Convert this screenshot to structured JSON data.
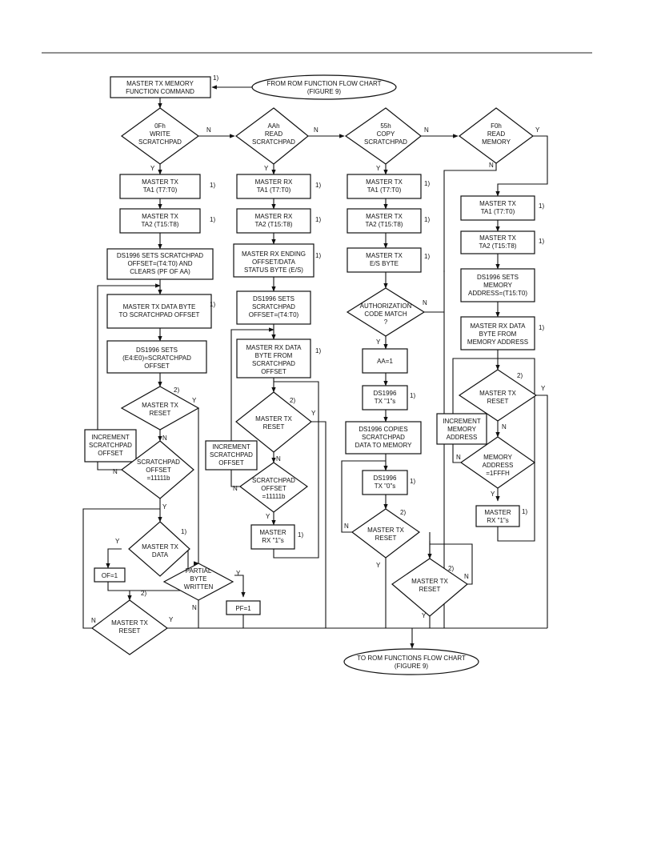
{
  "terminators": {
    "from_rom": [
      "FROM ROM FUNCTION FLOW CHART",
      "(FIGURE 9)"
    ],
    "to_rom": [
      "TO ROM FUNCTIONS FLOW CHART",
      "(FIGURE 9)"
    ]
  },
  "master_cmd": [
    "MASTER TX MEMORY",
    "FUNCTION COMMAND"
  ],
  "note_1": "1)",
  "note_2": "2)",
  "yes": "Y",
  "no": "N",
  "write_scratchpad": {
    "decision": [
      "0Fh",
      "WRITE",
      "SCRATCHPAD"
    ],
    "ta1": [
      "MASTER TX",
      "TA1 (T7:T0)"
    ],
    "ta2": [
      "MASTER TX",
      "TA2 (T15:T8)"
    ],
    "sets_offset": [
      "DS1996 SETS SCRATCHPAD",
      "OFFSET=(T4:T0) AND",
      "CLEARS (PF OF AA)"
    ],
    "tx_data": [
      "MASTER TX DATA BYTE",
      "TO SCRATCHPAD OFFSET"
    ],
    "sets_e": [
      "DS1996 SETS",
      "(E4:E0)=SCRATCHPAD",
      "OFFSET"
    ],
    "reset1": [
      "MASTER TX",
      "RESET"
    ],
    "increment": [
      "INCREMENT",
      "SCRATCHPAD",
      "OFFSET"
    ],
    "offset_check": [
      "SCRATCHPAD",
      "OFFSET",
      "=11111b"
    ],
    "tx_data_q": [
      "MASTER TX",
      "DATA"
    ],
    "of": "OF=1",
    "reset2": [
      "MASTER TX",
      "RESET"
    ],
    "partial": [
      "PARTIAL",
      "BYTE",
      "WRITTEN"
    ],
    "pf": "PF=1"
  },
  "read_scratchpad": {
    "decision": [
      "AAh",
      "READ",
      "SCRATCHPAD"
    ],
    "ta1": [
      "MASTER RX",
      "TA1 (T7:T0)"
    ],
    "ta2": [
      "MASTER RX",
      "TA2 (T15:T8)"
    ],
    "rx_ending": [
      "MASTER RX ENDING",
      "OFFSET/DATA",
      "STATUS BYTE (E/S)"
    ],
    "sets_offset": [
      "DS1996 SETS",
      "SCRATCHPAD",
      "OFFSET=(T4:T0)"
    ],
    "rx_data": [
      "MASTER RX DATA",
      "BYTE FROM",
      "SCRATCHPAD",
      "OFFSET"
    ],
    "reset": [
      "MASTER TX",
      "RESET"
    ],
    "increment": [
      "INCREMENT",
      "SCRATCHPAD",
      "OFFSET"
    ],
    "offset_check": [
      "SCRATCHPAD",
      "OFFSET",
      "=11111b"
    ],
    "rx_ones": [
      "MASTER",
      "RX \"1\"s"
    ]
  },
  "copy_scratchpad": {
    "decision": [
      "55h",
      "COPY",
      "SCRATCHPAD"
    ],
    "ta1": [
      "MASTER TX",
      "TA1 (T7:T0)"
    ],
    "ta2": [
      "MASTER TX",
      "TA2 (T15:T8)"
    ],
    "es": [
      "MASTER TX",
      "E/S BYTE"
    ],
    "auth": [
      "AUTHORIZATION",
      "CODE MATCH",
      "?"
    ],
    "aa": "AA=1",
    "tx_ones": [
      "DS1996",
      "TX \"1\"s"
    ],
    "copies": [
      "DS1996 COPIES",
      "SCRATCHPAD",
      "DATA TO MEMORY"
    ],
    "tx_zeros": [
      "DS1996",
      "TX \"0\"s"
    ],
    "reset": [
      "MASTER TX",
      "RESET"
    ]
  },
  "read_memory": {
    "decision": [
      "F0h",
      "READ",
      "MEMORY"
    ],
    "ta1": [
      "MASTER TX",
      "TA1 (T7:T0)"
    ],
    "ta2": [
      "MASTER TX",
      "TA2 (T15:T8)"
    ],
    "sets_addr": [
      "DS1996 SETS",
      "MEMORY",
      "ADDRESS=(T15:T0)"
    ],
    "rx_data": [
      "MASTER RX DATA",
      "BYTE FROM",
      "MEMORY ADDRESS"
    ],
    "reset": [
      "MASTER TX",
      "RESET"
    ],
    "increment": [
      "INCREMENT",
      "MEMORY",
      "ADDRESS"
    ],
    "addr_check": [
      "MEMORY",
      "ADDRESS",
      "=1FFFH"
    ],
    "rx_ones": [
      "MASTER",
      "RX \"1\"s"
    ]
  },
  "center_reset": [
    "MASTER TX",
    "RESET"
  ]
}
